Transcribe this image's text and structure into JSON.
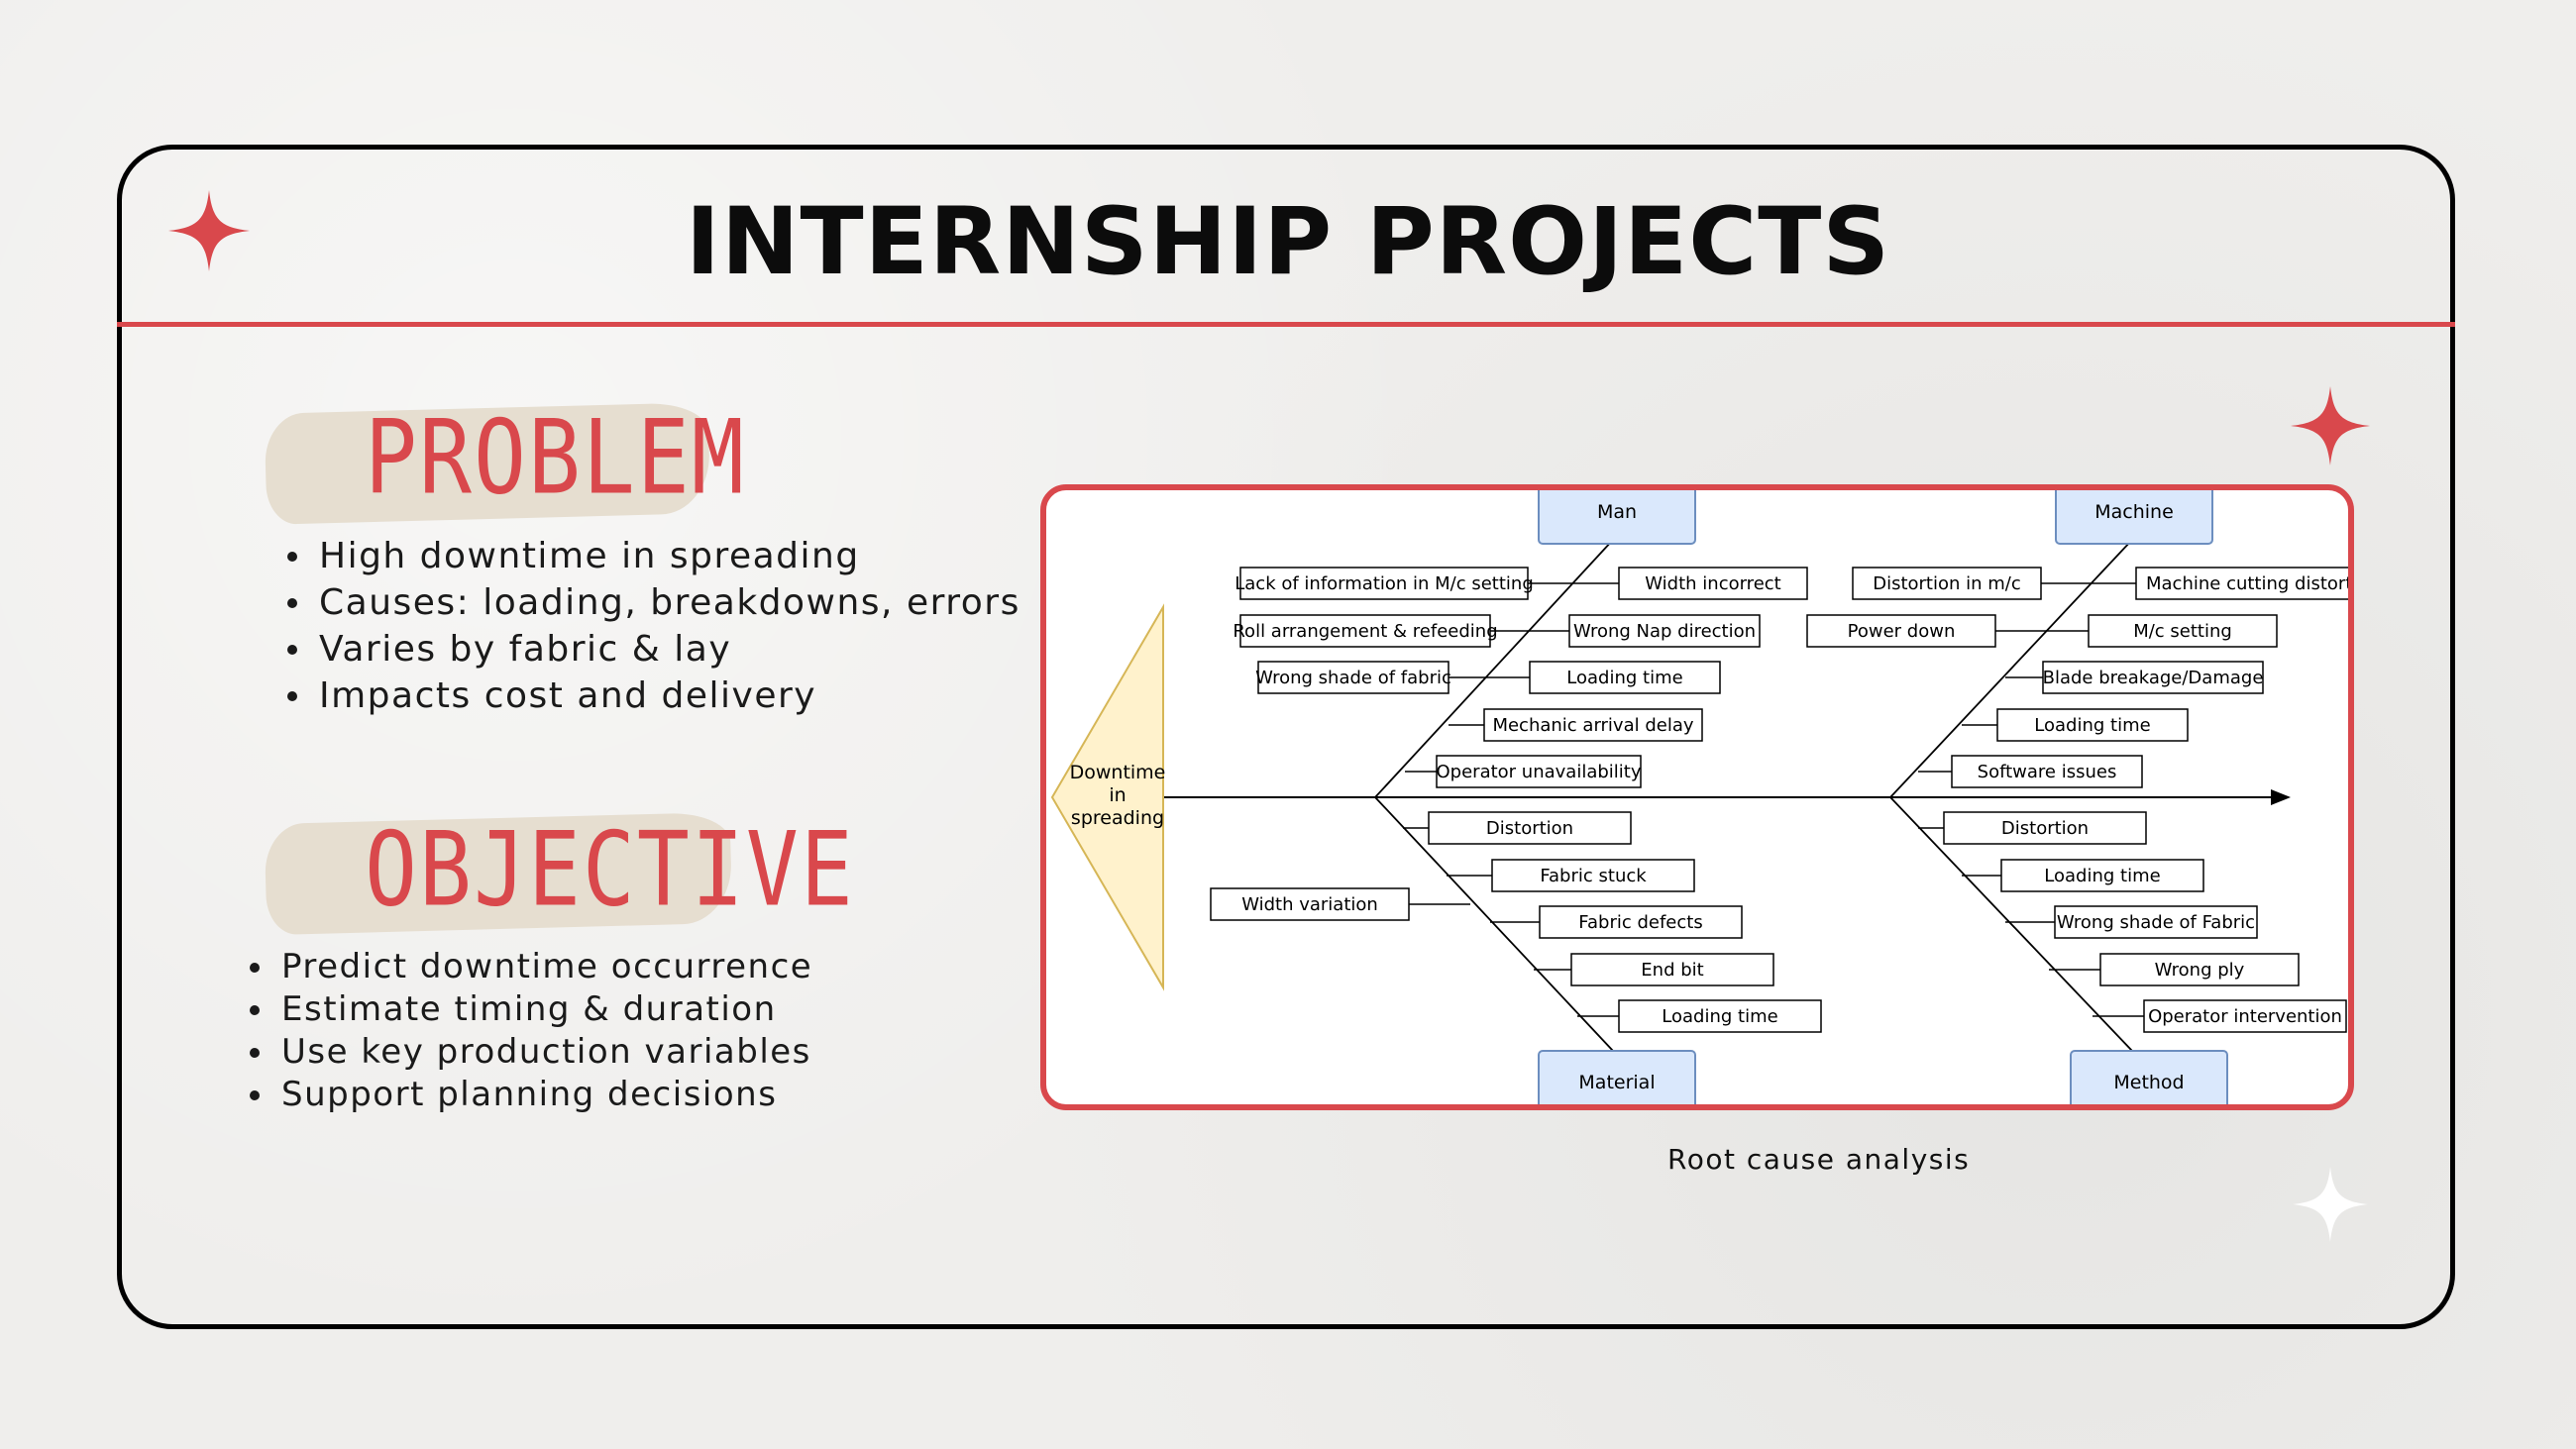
{
  "slide": {
    "title": "INTERNSHIP PROJECTS",
    "accent_color": "#d9484c"
  },
  "problem": {
    "heading": "PROBLEM",
    "bullets": [
      "High downtime in spreading",
      "Causes: loading, breakdowns, errors",
      "Varies by fabric & lay",
      "Impacts cost and delivery"
    ]
  },
  "objective": {
    "heading": "OBJECTIVE",
    "bullets": [
      "Predict downtime occurrence",
      "Estimate timing & duration",
      "Use key production variables",
      "Support planning decisions"
    ]
  },
  "diagram": {
    "caption": "Root cause analysis",
    "effect": [
      "Downtime",
      "in",
      "spreading"
    ],
    "categories": {
      "man": "Man",
      "machine": "Machine",
      "material": "Material",
      "method": "Method"
    },
    "causes": {
      "man_left": [
        "Lack of information in M/c setting",
        "Roll arrangement & refeeding",
        "Wrong shade of fabric"
      ],
      "man_right": [
        "Width incorrect",
        "Wrong Nap direction",
        "Loading time",
        "Mechanic arrival delay",
        "Operator unavailability"
      ],
      "machine_left": [
        "Distortion in m/c",
        "Power down"
      ],
      "machine_right": [
        "Machine cutting distortion",
        "M/c setting",
        "Blade breakage/Damage",
        "Loading time",
        "Software issues"
      ],
      "material_left": [
        "Width variation"
      ],
      "material_right": [
        "Distortion",
        "Fabric stuck",
        "Fabric defects",
        "End bit",
        "Loading time"
      ],
      "method_right": [
        "Distortion",
        "Loading time",
        "Wrong shade of Fabric",
        "Wrong ply",
        "Operator intervention"
      ]
    },
    "colors": {
      "category_fill": "#dae8fc",
      "category_stroke": "#6c8ebf",
      "effect_fill": "#fff2cc",
      "effect_stroke": "#d6b656"
    }
  }
}
